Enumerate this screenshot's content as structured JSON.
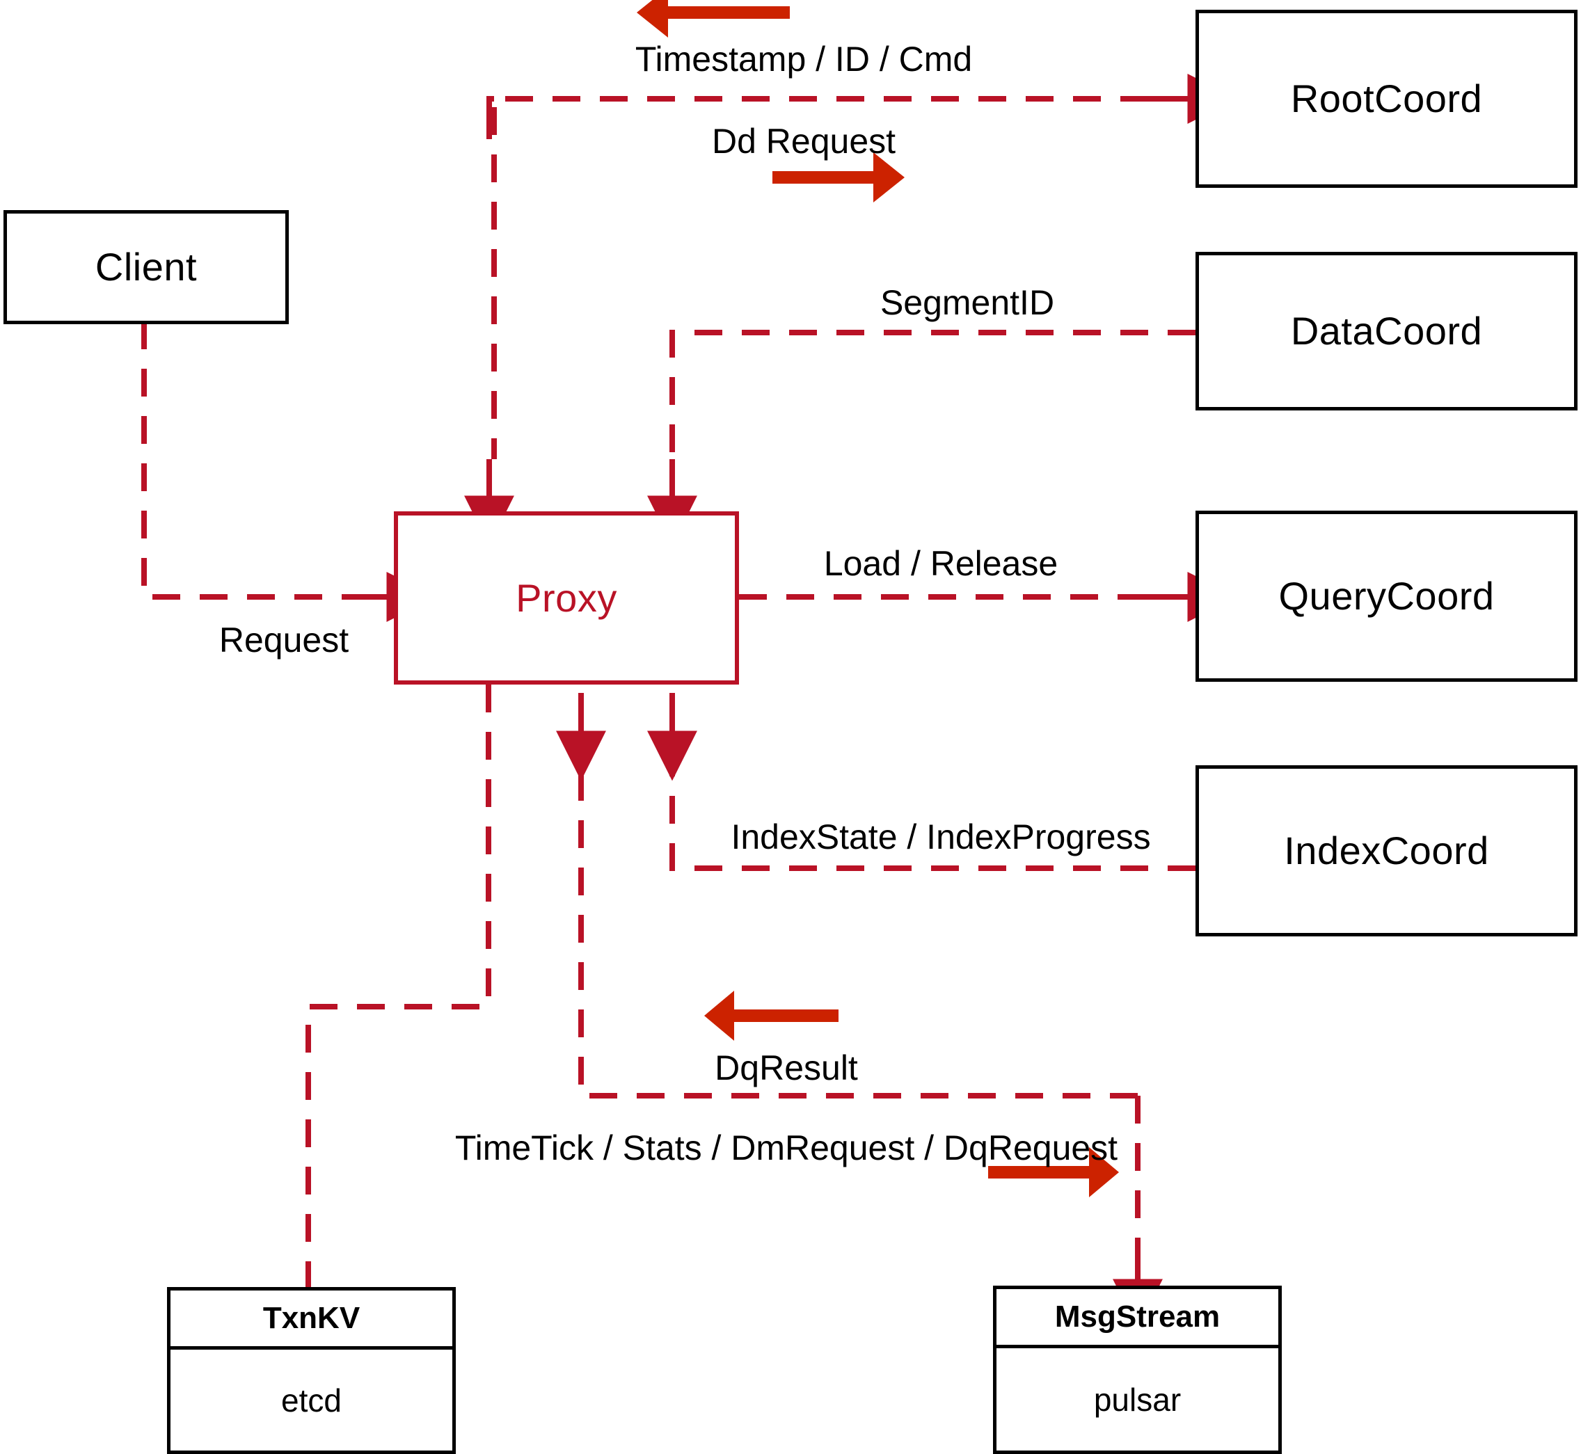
{
  "diagram": {
    "title": "Milvus Proxy interaction diagram",
    "colors": {
      "edge_red": "#B91226",
      "arrow_orange_red": "#CC2200",
      "node_black": "#000000",
      "proxy_red": "#B91226",
      "background": "#FFFFFF"
    }
  },
  "nodes": {
    "client": {
      "label": "Client"
    },
    "proxy": {
      "label": "Proxy"
    },
    "root_coord": {
      "label": "RootCoord"
    },
    "data_coord": {
      "label": "DataCoord"
    },
    "query_coord": {
      "label": "QueryCoord"
    },
    "index_coord": {
      "label": "IndexCoord"
    },
    "txnkv": {
      "header": "TxnKV",
      "body": "etcd"
    },
    "msgstream": {
      "header": "MsgStream",
      "body": "pulsar"
    }
  },
  "edges": [
    {
      "id": "timestamp-id-cmd",
      "label": "Timestamp / ID / Cmd",
      "from": "root_coord",
      "to": "proxy",
      "direction": "left"
    },
    {
      "id": "dd-request",
      "label": "Dd Request",
      "from": "proxy",
      "to": "root_coord",
      "direction": "right"
    },
    {
      "id": "segment-id",
      "label": "SegmentID",
      "from": "data_coord",
      "to": "proxy",
      "direction": "left"
    },
    {
      "id": "request",
      "label": "Request",
      "from": "client",
      "to": "proxy",
      "direction": "right"
    },
    {
      "id": "load-release",
      "label": "Load / Release",
      "from": "proxy",
      "to": "query_coord",
      "direction": "right"
    },
    {
      "id": "index-state-progress",
      "label": "IndexState / IndexProgress",
      "from": "index_coord",
      "to": "proxy",
      "direction": "left"
    },
    {
      "id": "dq-result",
      "label": "DqResult",
      "from": "msgstream",
      "to": "proxy",
      "direction": "left"
    },
    {
      "id": "timetick-stats-dm-dq",
      "label": "TimeTick / Stats / DmRequest / DqRequest",
      "from": "proxy",
      "to": "msgstream",
      "direction": "right"
    }
  ],
  "legend_arrows": [
    {
      "id": "arrow-timestamp",
      "direction": "left"
    },
    {
      "id": "arrow-dd-request",
      "direction": "right"
    },
    {
      "id": "arrow-dq-result",
      "direction": "left"
    },
    {
      "id": "arrow-timetick",
      "direction": "right"
    }
  ]
}
